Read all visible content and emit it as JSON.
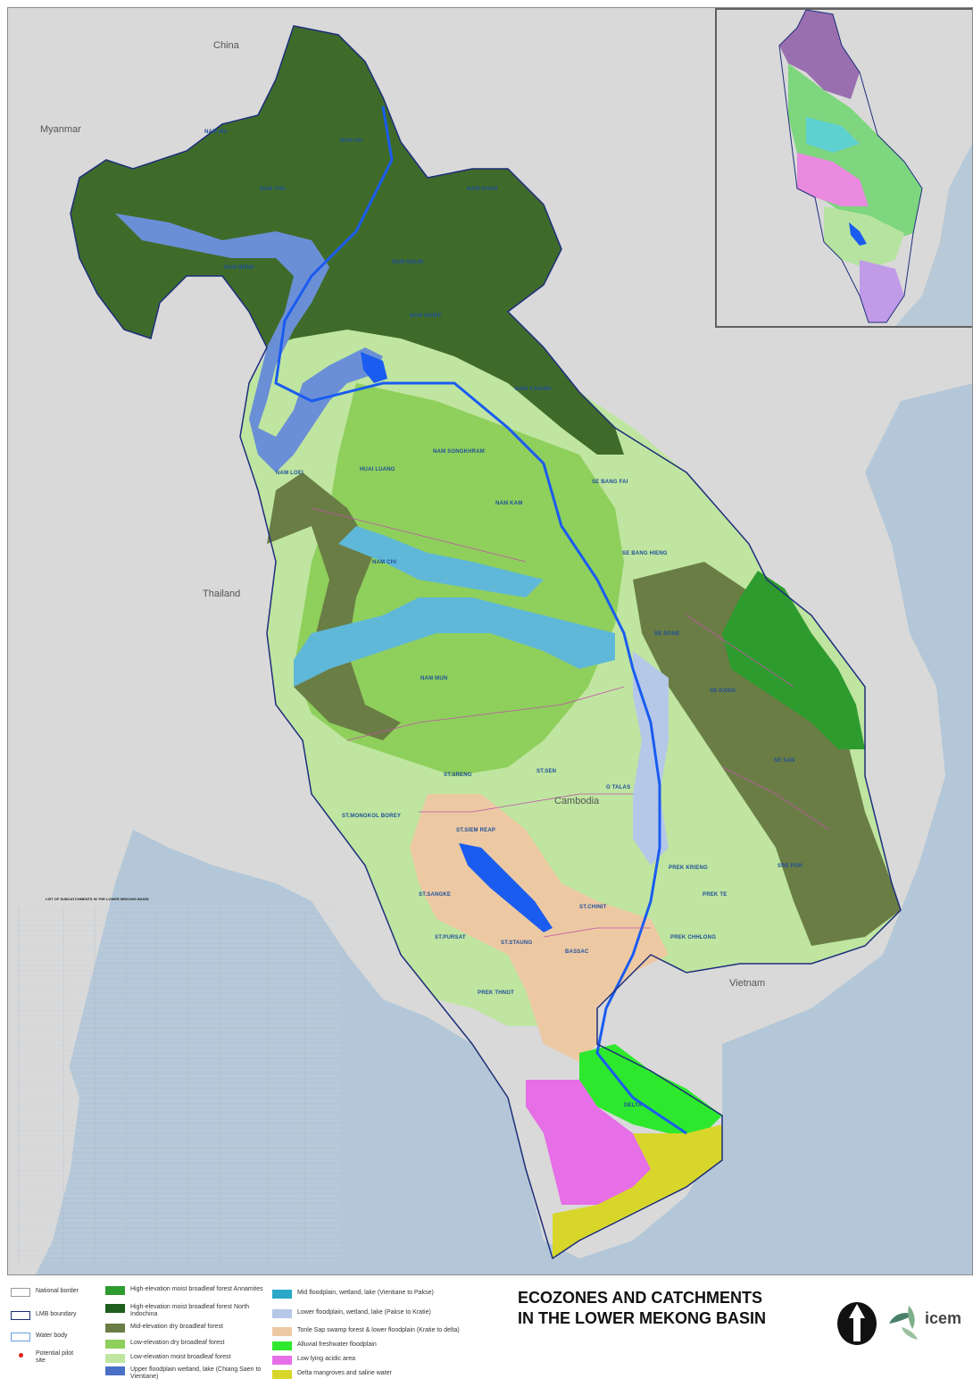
{
  "map": {
    "title_line1": "ECOZONES AND CATCHMENTS",
    "title_line2": "IN THE LOWER MEKONG BASIN",
    "country_labels": [
      "China",
      "Myanmar",
      "Thailand",
      "Cambodia",
      "Vietnam"
    ],
    "catchment_labels": [
      "NAM MA",
      "NAM OU",
      "NAM THA",
      "NAM BENG",
      "NAM KHAN",
      "NAM NGUM",
      "NAM NGIEP",
      "NAM CADINH",
      "NAM LOEI",
      "HUAI LUANG",
      "NAM SONGKHRAM",
      "SE BANG FAI",
      "NAM KAM",
      "SE BANG HIENG",
      "NAM CHI",
      "SE DONE",
      "NAM MUN",
      "SE KONG",
      "ST.SRENG",
      "ST.SEN",
      "O TALAS",
      "SE SAN",
      "ST.MONGKOL BOREY",
      "ST.SIEM REAP",
      "PREK KRIENG",
      "SRE POK",
      "ST.SANGKE",
      "ST.CHINIT",
      "PREK TE",
      "ST.PURSAT",
      "ST.STAUNG",
      "PREK CHHLONG",
      "BASSAC",
      "PREK THNOT",
      "DELTA"
    ],
    "colors": {
      "sea": "#b3c7d8",
      "land": "#d9d9d9",
      "high_elev_annamites": "#2e9b2e",
      "high_elev_north": "#3f6b2a",
      "mid_elev_dry": "#6a7d45",
      "low_elev_dry": "#8fcf5c",
      "low_elev_moist": "#bfe5a0",
      "upper_floodplain": "#6a8fd6",
      "mid_floodplain": "#5fb8d8",
      "lower_floodplain": "#b5c8e8",
      "tonle_sap": "#edc9a3",
      "alluvial": "#2ee82e",
      "acidic": "#e66ee6",
      "mangrove": "#d8d62a",
      "water": "#1a5cf0",
      "border": "#1d2e7a",
      "river": "#c054a8"
    }
  },
  "table": {
    "title": "LIST OF SUBCATCHMENTS IN THE LOWER MEKONG BASIN"
  },
  "legend": {
    "col1": [
      {
        "label": "National border",
        "style": "border-box-gray"
      },
      {
        "label": "LMB boundary",
        "style": "border-box-navy"
      },
      {
        "label": "Water body",
        "style": "border-box-blue"
      },
      {
        "label": "Potential pilot site",
        "style": "dot-red"
      }
    ],
    "col2": [
      {
        "label": "High-elevation moist broadleaf forest Annamites",
        "color": "#2e9b2e"
      },
      {
        "label": "High-elevation moist broadleaf forest North Indochina",
        "color": "#1e5e1e"
      },
      {
        "label": "Mid-elevation dry broadleaf forest",
        "color": "#6a7d45"
      },
      {
        "label": "Low-elevation dry broadleaf forest",
        "color": "#8fcf5c"
      },
      {
        "label": "Low-elevation moist broadleaf forest",
        "color": "#bfe5a0"
      },
      {
        "label": "Upper floodplain wetland, lake (Chiang Saen to Vientiane)",
        "color": "#4a6fc6"
      }
    ],
    "col3": [
      {
        "label": "Mid floodplain, wetland, lake (Vientiane to Pakse)",
        "color": "#2aa8c8"
      },
      {
        "label": "Lower floodplain, wetland, lake (Pakse to Kratie)",
        "color": "#b5c8e8"
      },
      {
        "label": "Tonle Sap swamp forest & lower floodplain (Kratie to delta)",
        "color": "#edc9a3"
      },
      {
        "label": "Alluvial freshwater floodplain",
        "color": "#2ee82e"
      },
      {
        "label": "Low lying acidic area",
        "color": "#e66ee6"
      },
      {
        "label": "Delta mangroves and saline water",
        "color": "#d8d62a"
      }
    ]
  },
  "logo": {
    "text": "icem",
    "icon": "icem-leaf-logo"
  },
  "north_arrow": {
    "icon": "north-arrow-icon"
  }
}
